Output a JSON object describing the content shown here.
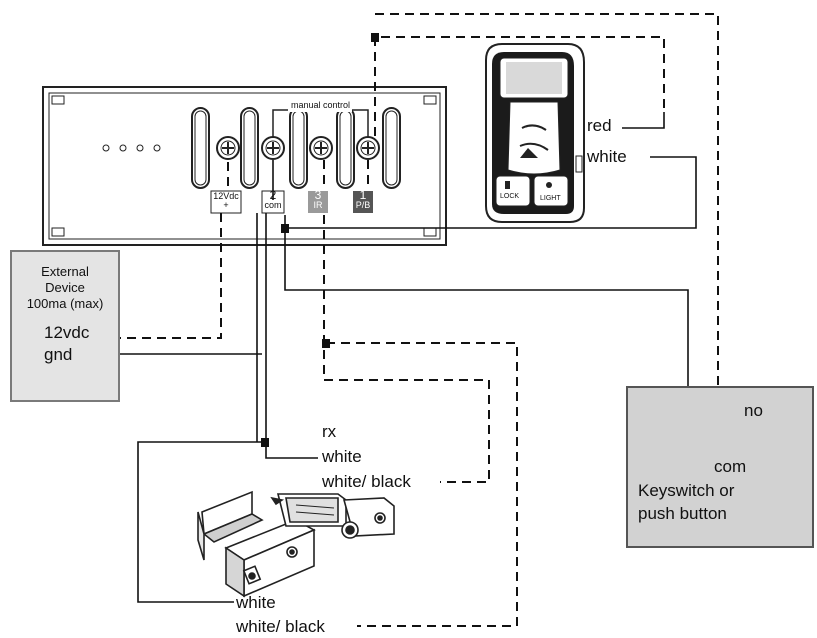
{
  "external_device": {
    "title_line1": "External",
    "title_line2": "Device",
    "title_line3": "100ma (max)",
    "pin_12vdc": "12vdc",
    "pin_gnd": "gnd"
  },
  "controller": {
    "manual_control": "manual control",
    "terminals": [
      {
        "number": "12Vdc",
        "sub": "+"
      },
      {
        "number": "2",
        "sub": "com"
      },
      {
        "number": "3",
        "sub": "IR"
      },
      {
        "number": "1",
        "sub": "P/B"
      }
    ]
  },
  "wall_switch": {
    "wire_red": "red",
    "wire_white": "white",
    "button_lock": "LOCK",
    "button_light": "LIGHT"
  },
  "sensor": {
    "rx_label": "rx",
    "rx_white": "white",
    "rx_white_black": "white/ black",
    "tx_white": "white",
    "tx_white_black": "white/ black"
  },
  "keyswitch": {
    "pin_no": "no",
    "pin_com": "com",
    "title_line1": "Keyswitch or",
    "title_line2": "push button"
  }
}
